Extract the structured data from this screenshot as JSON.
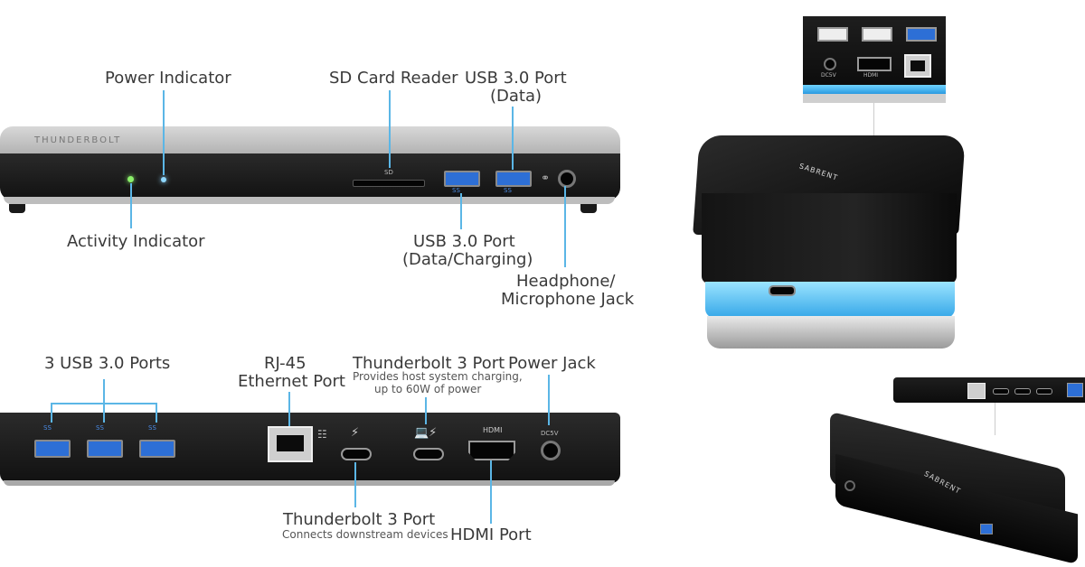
{
  "front": {
    "brand_strip": "THUNDERBOLT",
    "power_indicator": "Power Indicator",
    "activity_indicator": "Activity Indicator",
    "sd_card_reader": "SD Card Reader",
    "sd_mark": "SD",
    "usb_data_line1": "USB 3.0 Port",
    "usb_data_line2": "(Data)",
    "usb_charge_line1": "USB 3.0 Port",
    "usb_charge_line2": "(Data/Charging)",
    "headphone_line1": "Headphone/",
    "headphone_line2": "Microphone Jack",
    "ss_mark": "SS"
  },
  "rear": {
    "usb_ports": "3 USB 3.0 Ports",
    "rj45_line1": "RJ-45",
    "rj45_line2": "Ethernet Port",
    "tb_host_title": "Thunderbolt 3 Port",
    "tb_host_sub1": "Provides host system charging,",
    "tb_host_sub2": "up to 60W of power",
    "power_jack": "Power Jack",
    "tb_down_title": "Thunderbolt 3 Port",
    "tb_down_sub": "Connects downstream devices",
    "hdmi_port": "HDMI Port",
    "hdmi_mark": "HDMI",
    "dc_mark": "DC5V",
    "ss_mark": "SS"
  },
  "cube": {
    "brand": "SABRENT",
    "hdmi_mark": "HDMI",
    "dc_mark": "DC5V"
  },
  "dock": {
    "brand": "SABRENT"
  }
}
